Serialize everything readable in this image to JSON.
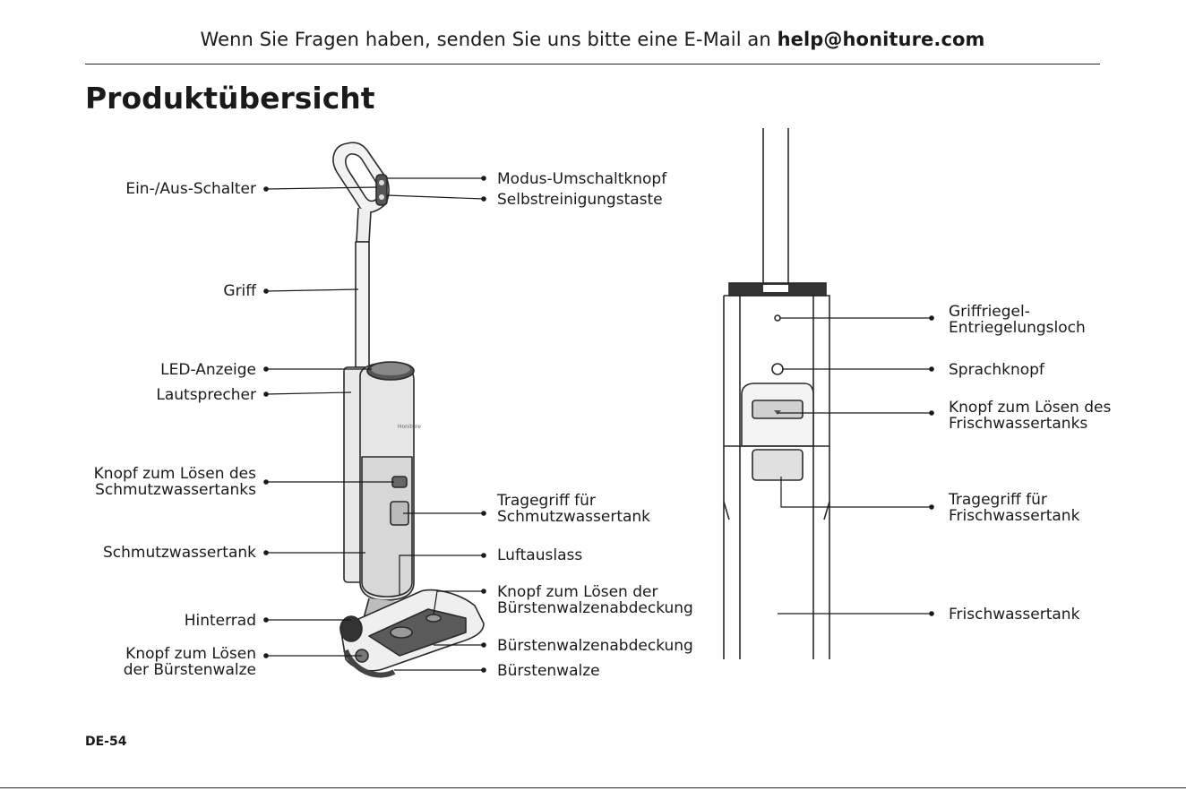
{
  "header": {
    "intro": "Wenn Sie Fragen haben, senden Sie uns bitte eine E-Mail an",
    "email": "help@honiture.com"
  },
  "title": "Produktübersicht",
  "page_number": "DE-54",
  "left_labels": {
    "power_switch": "Ein-/Aus-Schalter",
    "mode_button": "Modus-Umschaltknopf",
    "self_clean_button": "Selbstreinigungstaste",
    "handle": "Griff",
    "led": "LED-Anzeige",
    "speaker": "Lautsprecher",
    "dirty_tank_release_1": "Knopf zum Lösen des",
    "dirty_tank_release_2": "Schmutzwassertanks",
    "dirty_tank_handle_1": "Tragegriff für",
    "dirty_tank_handle_2": "Schmutzwassertank",
    "dirty_tank": "Schmutzwassertank",
    "air_outlet": "Luftauslass",
    "brush_cover_release_1": "Knopf zum Lösen der",
    "brush_cover_release_2": "Bürstenwalzenabdeckung",
    "rear_wheel": "Hinterrad",
    "brush_cover": "Bürstenwalzenabdeckung",
    "brush_release_1": "Knopf zum Lösen",
    "brush_release_2": "der Bürstenwalze",
    "brush": "Bürstenwalze"
  },
  "right_labels": {
    "latch_hole_1": "Griffriegel-",
    "latch_hole_2": "Entriegelungsloch",
    "voice_button": "Sprachknopf",
    "fresh_tank_release_1": "Knopf zum Lösen des",
    "fresh_tank_release_2": "Frischwassertanks",
    "fresh_tank_handle_1": "Tragegriff für",
    "fresh_tank_handle_2": "Frischwassertank",
    "fresh_tank": "Frischwassertank"
  },
  "device_brand_mark": "Honiture"
}
